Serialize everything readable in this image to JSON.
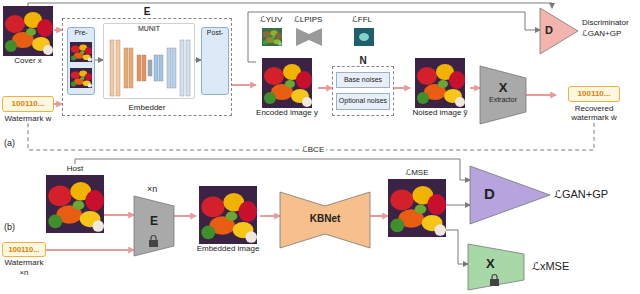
{
  "diagram": {
    "nodes": [
      {
        "text": [
          "Cover x"
        ]
      },
      {
        "text": [
          "100110...",
          "Watermark w"
        ]
      },
      {
        "text": [
          "E",
          "Embedder"
        ]
      },
      {
        "text": [
          "Pre-"
        ],
        "in": 2
      },
      {
        "text": [
          "MUNIT"
        ],
        "in": 2
      },
      {
        "text": [
          "Post-"
        ],
        "in": 2
      },
      {
        "text": [
          "Encoded image y"
        ]
      },
      {
        "text": [
          "N"
        ]
      },
      {
        "text": [
          "Base noises"
        ],
        "in": 7
      },
      {
        "text": [
          "Optional noises"
        ],
        "in": 7
      },
      {
        "text": [
          "Noised image ỹ"
        ]
      },
      {
        "text": [
          "X",
          "Extractor"
        ]
      },
      {
        "text": [
          "100110...",
          "Recovered watermark ŵ"
        ]
      },
      {
        "text": [
          "D",
          "Discriminator",
          "ℒGAN+GP"
        ]
      },
      {
        "text": [
          "Host"
        ]
      },
      {
        "text": [
          "100110...",
          "Watermark ×n"
        ]
      },
      {
        "text": [
          "E"
        ]
      },
      {
        "text": [
          "Embedded image"
        ]
      },
      {
        "text": [
          "KBNet"
        ]
      },
      {
        "text": [
          "ℒMSE"
        ]
      },
      {
        "text": [
          "D",
          "ℒGAN+GP"
        ]
      },
      {
        "text": [
          "X",
          "ℒxMSE"
        ]
      }
    ],
    "edges": [
      {
        "from": 0,
        "to": 2,
        "arrow": "to"
      },
      {
        "from": 1,
        "to": 2,
        "arrow": "to"
      },
      {
        "from": 3,
        "to": 4,
        "arrow": "to"
      },
      {
        "from": 4,
        "to": 5,
        "arrow": "to"
      },
      {
        "from": 2,
        "to": 6,
        "arrow": "to"
      },
      {
        "from": 6,
        "to": 7,
        "arrow": "to"
      },
      {
        "from": 7,
        "to": 10,
        "arrow": "to"
      },
      {
        "from": 10,
        "to": 11,
        "arrow": "to"
      },
      {
        "from": 11,
        "to": 12,
        "arrow": "to"
      },
      {
        "from": 1,
        "to": 12,
        "arrow": "none",
        "label": "ℒBCE"
      },
      {
        "from": 0,
        "to": 13,
        "arrow": "to"
      },
      {
        "from": 6,
        "to": 13,
        "arrow": "to"
      },
      {
        "from": 14,
        "to": 16,
        "arrow": "to"
      },
      {
        "from": 15,
        "to": 16,
        "arrow": "to"
      },
      {
        "from": 16,
        "to": 17,
        "arrow": "to"
      },
      {
        "from": 17,
        "to": 18,
        "arrow": "to"
      },
      {
        "from": 18,
        "to": 19,
        "arrow": "to"
      },
      {
        "from": 14,
        "to": 20,
        "arrow": "to"
      },
      {
        "from": 19,
        "to": 20,
        "arrow": "to"
      },
      {
        "from": 19,
        "to": 21,
        "arrow": "to"
      }
    ],
    "labels": [
      "ℒYUV",
      "ℒLPIPS",
      "ℒFFL",
      "(a)",
      "(b)",
      "×n"
    ]
  }
}
